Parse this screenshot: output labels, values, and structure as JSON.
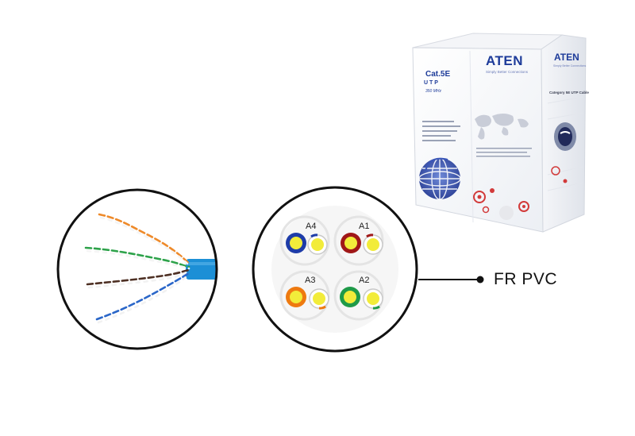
{
  "box": {
    "brand": "ATEN",
    "side_brand": "ATEN",
    "tagline": "Simply Better Connections",
    "side_tagline": "Simply Better Connections",
    "cat_text": "Cat.5E",
    "utp_text": "U T P",
    "freq_text": "350 MHz",
    "side_product": "Category 5E UTP Cable"
  },
  "cross_section": {
    "pairs": [
      {
        "label": "A4",
        "ring_color": "#1e3ca8"
      },
      {
        "label": "A1",
        "ring_color": "#a01818"
      },
      {
        "label": "A3",
        "ring_color": "#ee7a10"
      },
      {
        "label": "A2",
        "ring_color": "#1f9a48"
      }
    ]
  },
  "callout": {
    "label": "FR PVC"
  },
  "colors": {
    "cable_jacket": "#1c8fd6",
    "conductor_core": "#f2ec3a",
    "outline": "#111111"
  },
  "wire_pairs": [
    "orange",
    "green",
    "brown",
    "blue"
  ]
}
